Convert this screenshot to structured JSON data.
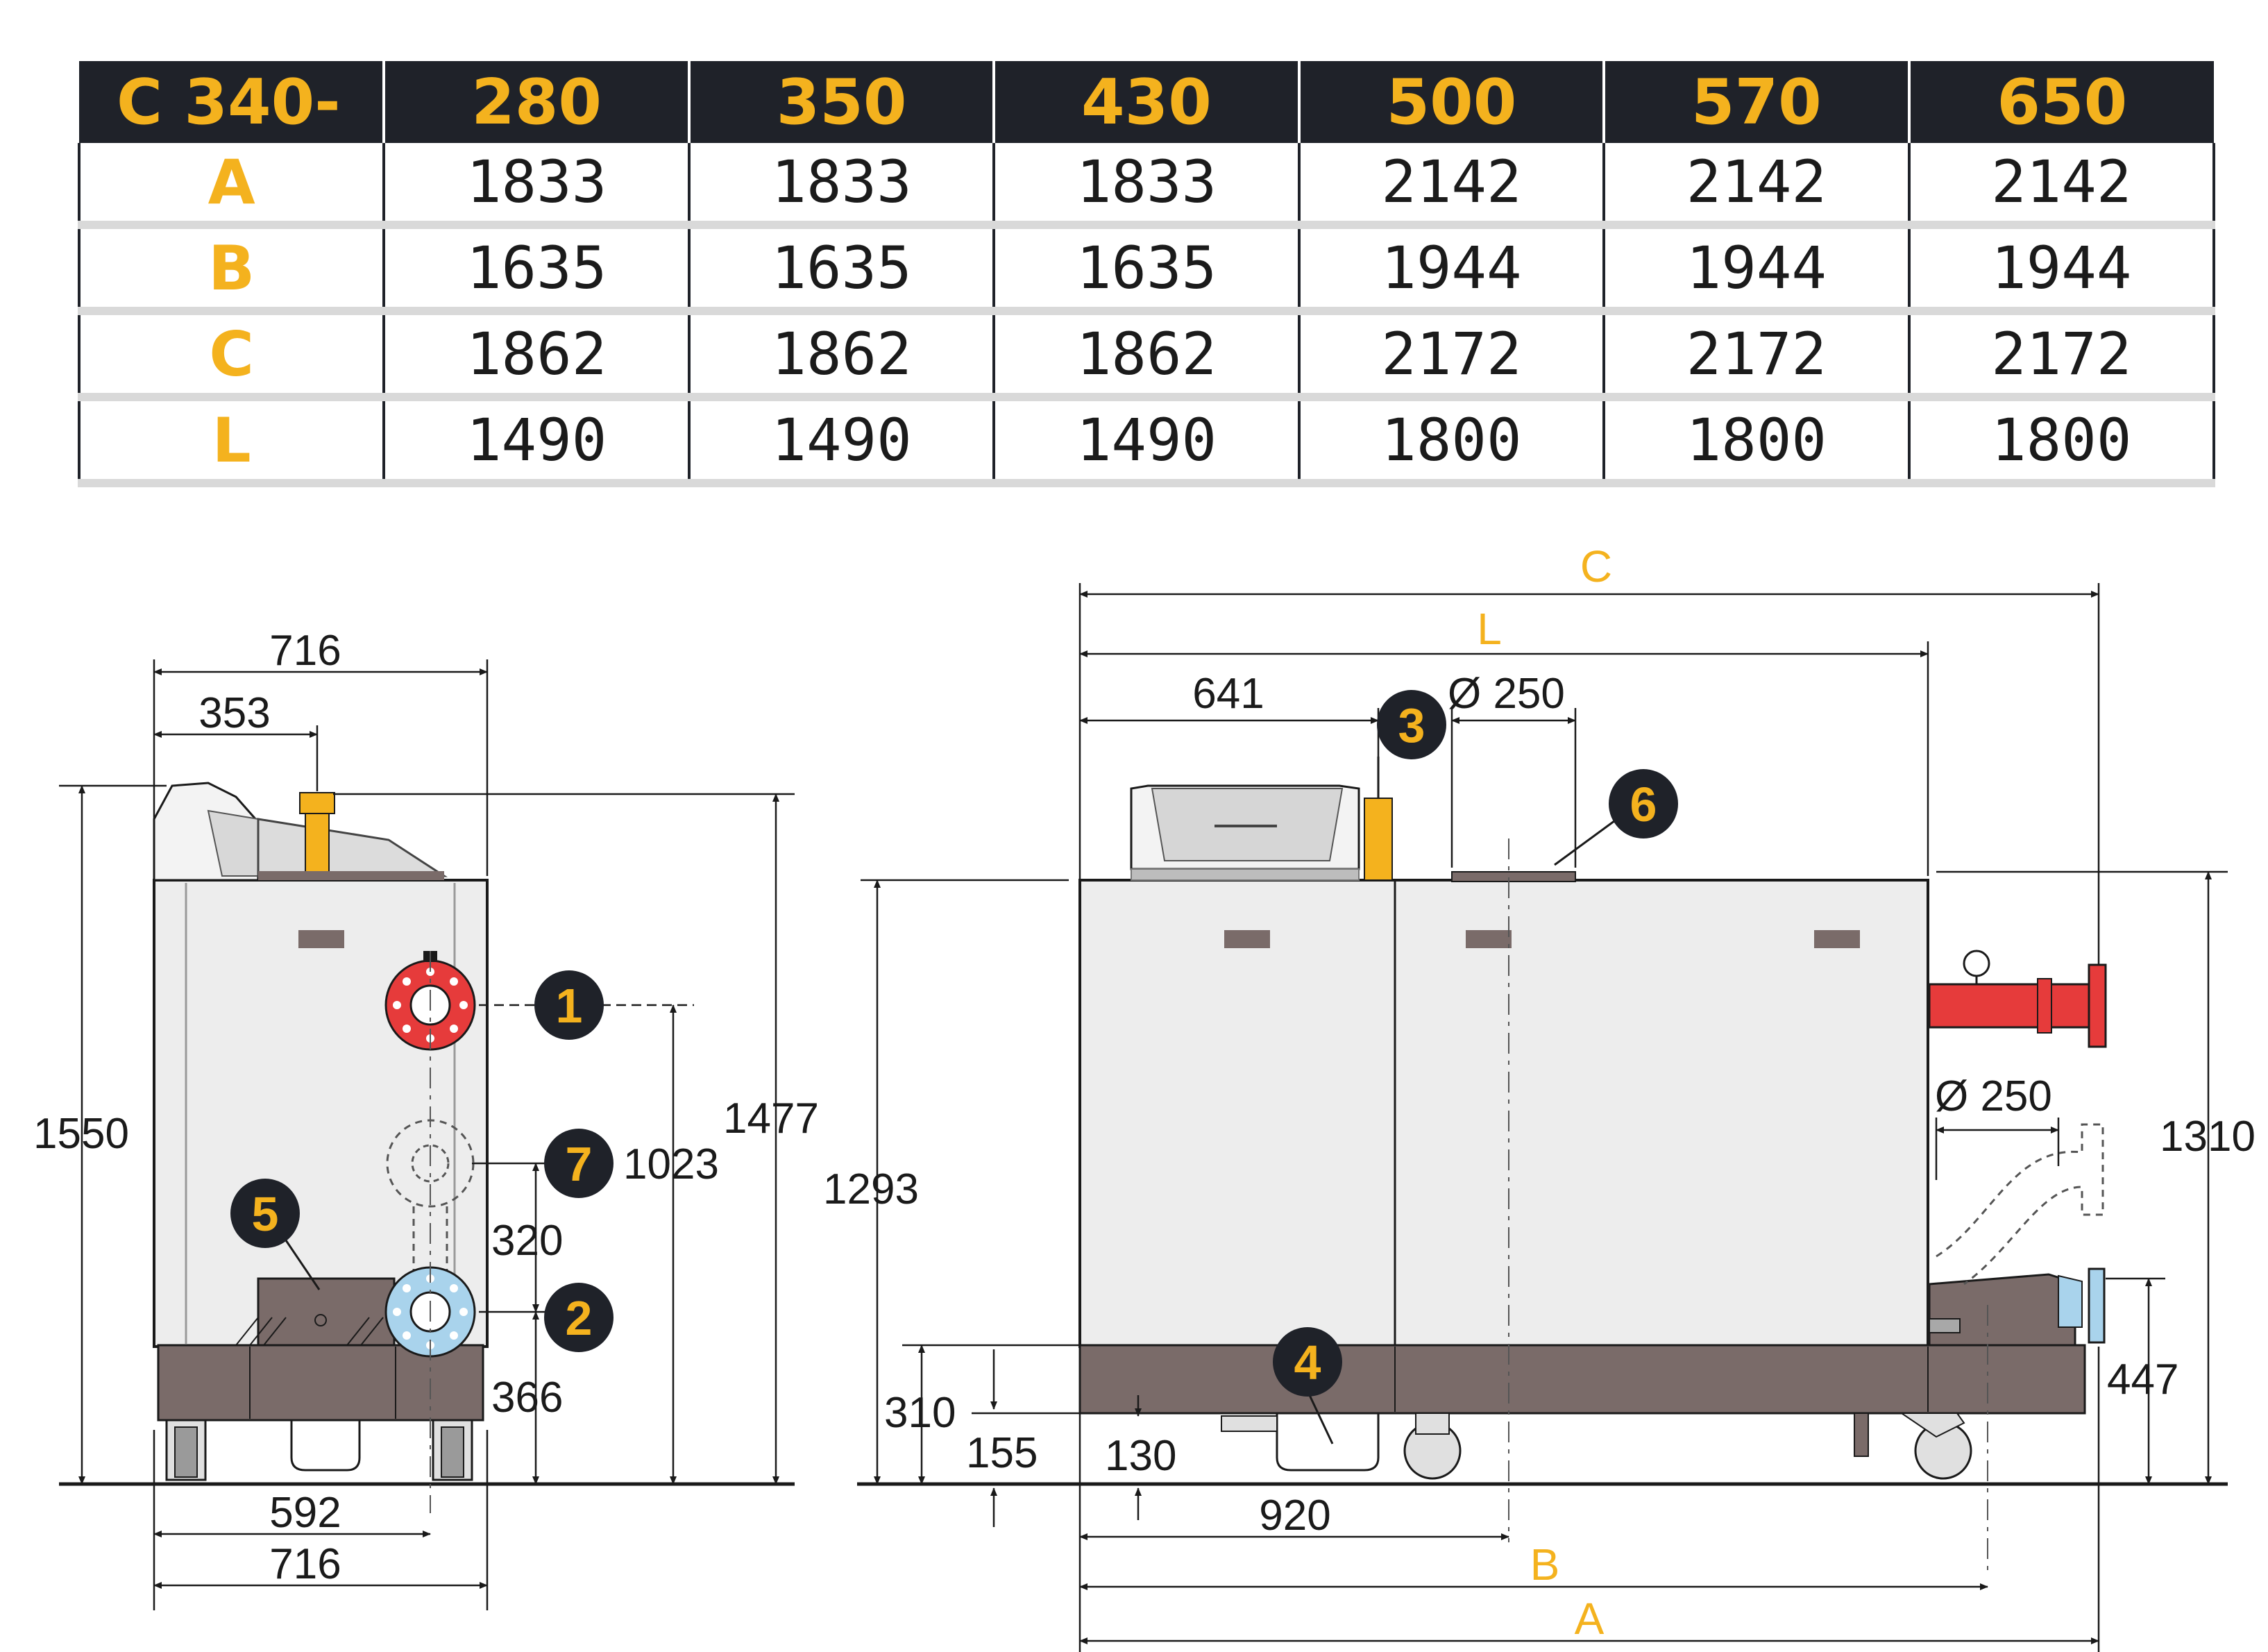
{
  "table": {
    "header": [
      "C 340-",
      "280",
      "350",
      "430",
      "500",
      "570",
      "650"
    ],
    "rows": [
      {
        "label": "A",
        "values": [
          "1833",
          "1833",
          "1833",
          "2142",
          "2142",
          "2142"
        ]
      },
      {
        "label": "B",
        "values": [
          "1635",
          "1635",
          "1635",
          "1944",
          "1944",
          "1944"
        ]
      },
      {
        "label": "C",
        "values": [
          "1862",
          "1862",
          "1862",
          "2172",
          "2172",
          "2172"
        ]
      },
      {
        "label": "L",
        "values": [
          "1490",
          "1490",
          "1490",
          "1800",
          "1800",
          "1800"
        ]
      }
    ]
  },
  "front_view": {
    "dims": {
      "w716_top": "716",
      "w353": "353",
      "h1550": "1550",
      "h1477": "1477",
      "h1023": "1023",
      "h320": "320",
      "h366": "366",
      "w592": "592",
      "w716_bottom": "716"
    },
    "markers": [
      "1",
      "7",
      "2",
      "5"
    ]
  },
  "side_view": {
    "dims": {
      "C": "C",
      "L": "L",
      "w641": "641",
      "d250_top": "Ø 250",
      "d250_right": "Ø 250",
      "h1293": "1293",
      "h1310": "1310",
      "h447": "447",
      "h310": "310",
      "h155": "155",
      "h130": "130",
      "w920": "920",
      "B": "B",
      "A": "A"
    },
    "markers": [
      "3",
      "6",
      "4"
    ]
  },
  "colors": {
    "yellow": "#f4b21e",
    "dark": "#1f2229",
    "cabinet": "#ededed",
    "base": "#7a6b69",
    "flow_red": "#e63b3b",
    "return_blue": "#a9d3ec"
  }
}
